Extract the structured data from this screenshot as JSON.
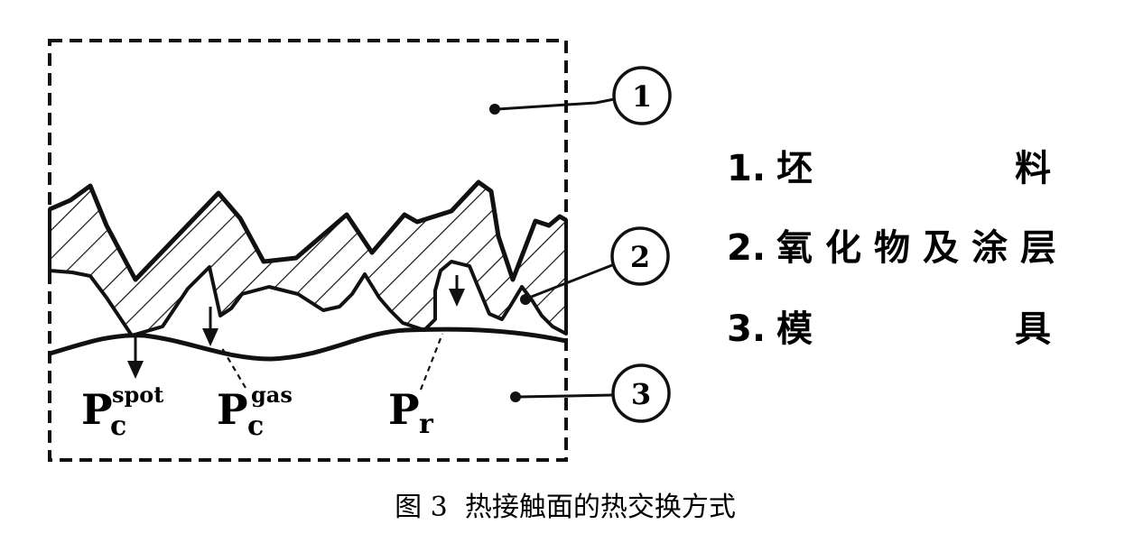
{
  "diagram": {
    "callouts": [
      {
        "number": "1"
      },
      {
        "number": "2"
      },
      {
        "number": "3"
      }
    ],
    "legend": [
      {
        "number": "1.",
        "text_left": "坯",
        "text_right": "料"
      },
      {
        "number": "2.",
        "text": "氧化物及涂层"
      },
      {
        "number": "3.",
        "text_left": "模",
        "text_right": "具"
      }
    ],
    "pressure_labels": {
      "spot": {
        "main": "P",
        "sub": "c",
        "sup": "spot"
      },
      "gas": {
        "main": "P",
        "sub": "c",
        "sup": "gas"
      },
      "radiation": {
        "main": "P",
        "sub": "r"
      }
    }
  },
  "caption": "图 3  热接触面的热交换方式"
}
